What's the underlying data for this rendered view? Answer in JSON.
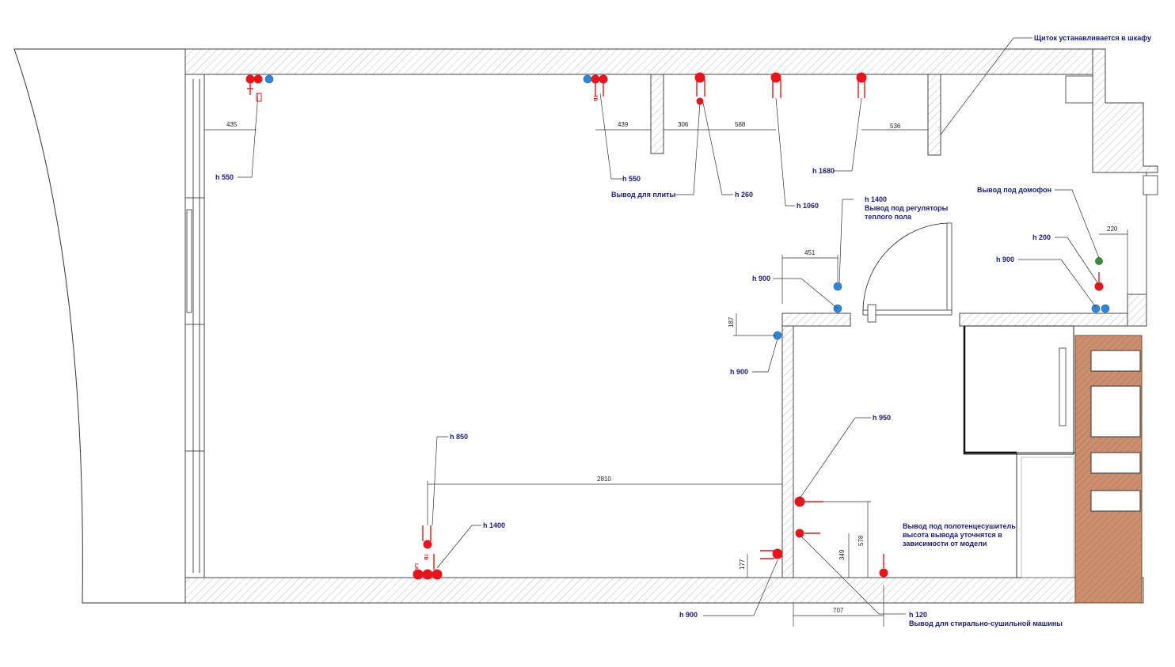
{
  "labels": {
    "shield": "Щиток устанавливается в шкафу",
    "h550_left": "h 550",
    "h550_mid": "h 550",
    "stove": "Вывод для плиты",
    "h260": "h 260",
    "h1060": "h 1060",
    "h1680": "h 1680",
    "h1400_top": "h 1400",
    "floor_heat_1": "Вывод под регуляторы",
    "floor_heat_2": "теплого пола",
    "intercom": "Вывод под домофон",
    "h200": "h 200",
    "h900_right": "h 900",
    "h900_door": "h 900",
    "h900_wall": "h 900",
    "h850": "h 850",
    "h1400_bottom": "h  1400",
    "h950": "h 950",
    "towel_1": "Вывод под полотенцесушитель",
    "towel_2": "высота вывода уточнятся в",
    "towel_3": "зависимости от модели",
    "h120": "h 120",
    "washer": "Вывод для стирально-сушильной машины",
    "h900_bottom": "h 900"
  },
  "dimensions": {
    "d435": "435",
    "d439": "439",
    "d306": "306",
    "d588": "588",
    "d536": "536",
    "d451": "451",
    "d220": "220",
    "d187": "187",
    "d2810": "2810",
    "d578": "578",
    "d349": "349",
    "d177": "177",
    "d707": "707"
  },
  "socket_marks": {
    "lan": "LAN",
    "tv": "ТВ",
    "tv_top": "ТВ"
  },
  "colors": {
    "label": "#1a1a80",
    "socket": "#e8141b",
    "outlet_blue": "#2e86d9",
    "intercom_green": "#3a8a3a",
    "brick": "#c98f6e"
  }
}
